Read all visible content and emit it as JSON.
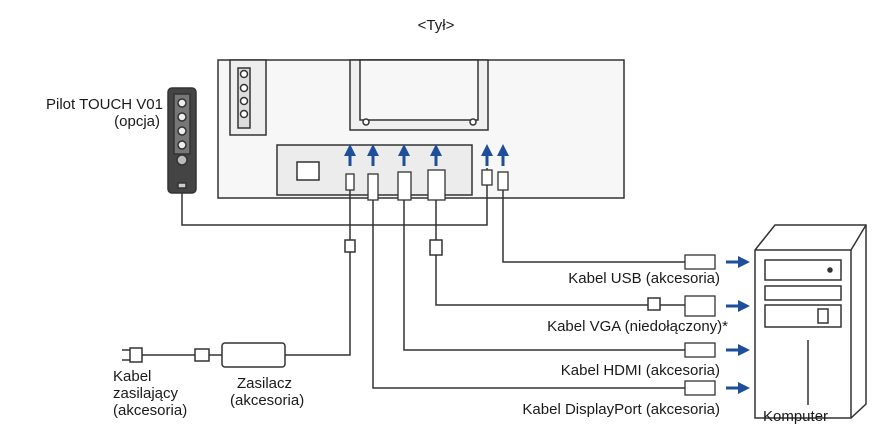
{
  "view_title": "<Tył>",
  "remote": {
    "line1": "Pilot TOUCH V01",
    "line2": "(opcja)"
  },
  "power_cable": {
    "line1": "Kabel",
    "line2": "zasilający",
    "line3": "(akcesoria)"
  },
  "adapter": {
    "line1": "Zasilacz",
    "line2": "(akcesoria)"
  },
  "cables": {
    "usb": "Kabel USB (akcesoria)",
    "vga": "Kabel VGA (niedołączony)*",
    "hdmi": "Kabel HDMI (akcesoria)",
    "displayport": "Kabel DisplayPort (akcesoria)"
  },
  "computer": "Komputer",
  "colors": {
    "arrow": "#1f4e9a",
    "line": "#333333",
    "panel": "#f4f4f4"
  }
}
